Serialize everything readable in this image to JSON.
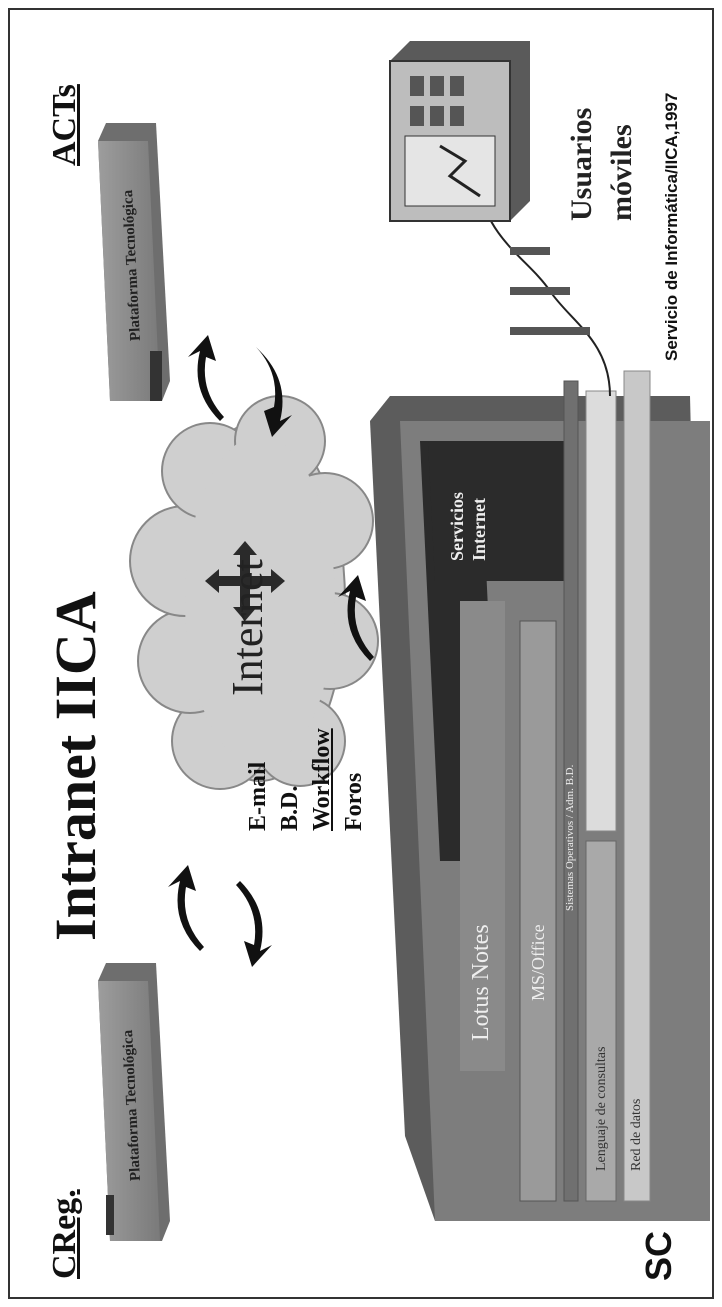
{
  "title": "Intranet IICA",
  "nodes": {
    "creg": {
      "label": "CReg.",
      "platform": "Plataforma Tecnológica"
    },
    "acts": {
      "label": "ACTs",
      "platform": "Plataforma Tecnológica"
    },
    "internet": {
      "label": "Internet"
    },
    "sc": {
      "label": "SC",
      "layers": {
        "lotus": "Lotus Notes",
        "servicios": "Servicios Internet",
        "msoffice": "MS/Office",
        "sistemas": "Sistemas Operativos / Adm. B.D.",
        "lenguaje": "Lenguaje de consultas",
        "red": "Red de datos"
      }
    },
    "mobile": {
      "label_line1": "Usuarios",
      "label_line2": "móviles"
    }
  },
  "services": [
    "E-mail",
    "B.D.",
    "Workflow",
    "Foros"
  ],
  "credit": "Servicio de Informática/IICA,1997",
  "colors": {
    "platform_gray": "#8f8f8f",
    "cloud": "#cfcfcf",
    "sc_body": "#7d7d7d",
    "sc_dark": "#2b2b2b",
    "layer_mid": "#9a9a9a",
    "layer_light": "#dcdcdc"
  },
  "icons": [
    "bidirectional-arrow-icon",
    "cloud-icon",
    "computer-icon",
    "antenna-icon"
  ]
}
